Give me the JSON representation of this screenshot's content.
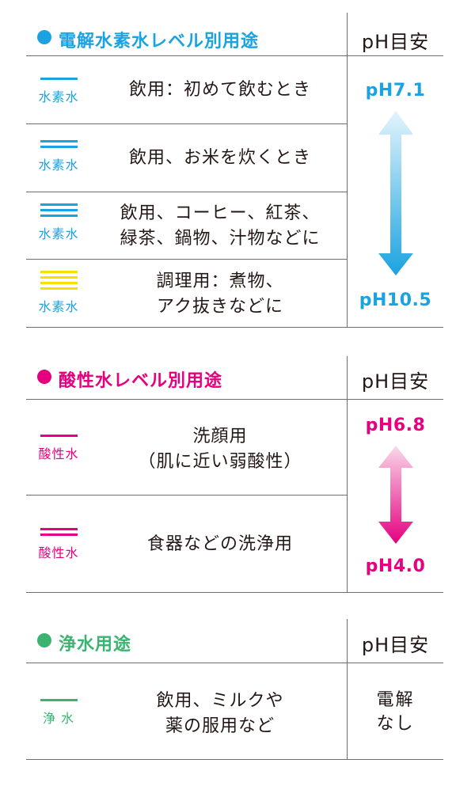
{
  "colors": {
    "blue": "#1aa3e0",
    "pink": "#e4007f",
    "green": "#3cb371",
    "yellow": "#f6e000",
    "line": "#6e6e6e"
  },
  "hydrogen": {
    "title": "電解水素水レベル別用途",
    "ph_header": "pH目安",
    "rows": [
      {
        "bars": 1,
        "label": "水素水",
        "use": [
          "飲用：初めて飲むとき"
        ]
      },
      {
        "bars": 2,
        "label": "水素水",
        "use": [
          "飲用、お米を炊くとき"
        ]
      },
      {
        "bars": 3,
        "label": "水素水",
        "use": [
          "飲用、コーヒー、紅茶、",
          "緑茶、鍋物、汁物などに"
        ]
      },
      {
        "bars": 4,
        "label": "水素水",
        "use": [
          "調理用：煮物、",
          "アク抜きなどに"
        ]
      }
    ],
    "ph_top": "pH7.1",
    "ph_bottom": "pH10.5"
  },
  "acidic": {
    "title": "酸性水レベル別用途",
    "ph_header": "pH目安",
    "rows": [
      {
        "bars": 1,
        "label": "酸性水",
        "use": [
          "洗顔用",
          "（肌に近い弱酸性）"
        ]
      },
      {
        "bars": 2,
        "label": "酸性水",
        "use": [
          "食器などの洗浄用"
        ]
      }
    ],
    "ph_top": "pH6.8",
    "ph_bottom": "pH4.0"
  },
  "purified": {
    "title": "浄水用途",
    "ph_header": "pH目安",
    "rows": [
      {
        "bars": 1,
        "label": "浄 水",
        "use": [
          "飲用、ミルクや",
          "薬の服用など"
        ]
      }
    ],
    "ph_none": [
      "電解",
      "なし"
    ]
  }
}
